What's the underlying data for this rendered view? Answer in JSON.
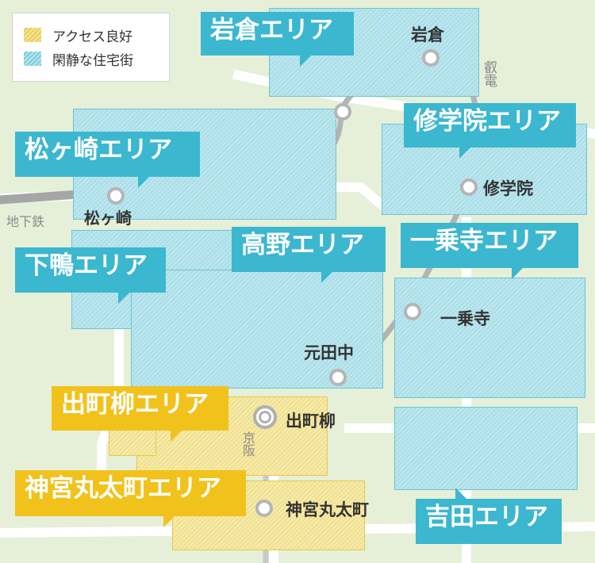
{
  "legend": {
    "items": [
      {
        "label": "アクセス良好",
        "color": "#f1c21b"
      },
      {
        "label": "閑静な住宅街",
        "color": "#3bb7cf"
      }
    ]
  },
  "areas": {
    "iwakura": "岩倉エリア",
    "shugakuin": "修学院エリア",
    "matsugasaki": "松ヶ崎エリア",
    "shimogamo": "下鴨エリア",
    "takano": "高野エリア",
    "ichijoji": "一乗寺エリア",
    "demachiyanagi": "出町柳エリア",
    "jingu_marutamachi": "神宮丸太町エリア",
    "yoshida": "吉田エリア"
  },
  "stations": {
    "iwakura": "岩倉",
    "shugakuin": "修学院",
    "matsugasaki": "松ヶ崎",
    "ichijoji": "一乗寺",
    "mototanaka": "元田中",
    "demachiyanagi": "出町柳",
    "jingu_marutamachi": "神宮丸太町"
  },
  "lines": {
    "eiden": "叡電",
    "subway": "地下鉄",
    "keihan": "京阪"
  },
  "colors": {
    "accent_blue": "#3bb7cf",
    "accent_yellow": "#f1c21b",
    "background": "#e6f0d8",
    "road": "#ffffff",
    "rail": "#b3b3b3"
  }
}
